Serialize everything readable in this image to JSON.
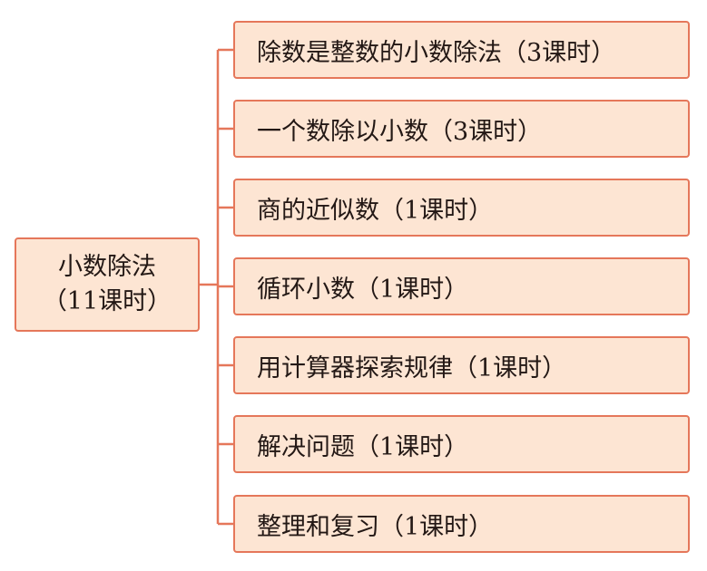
{
  "root": {
    "title": "小数除法",
    "hours": "（11课时）"
  },
  "items": [
    {
      "label": "除数是整数的小数除法（3课时）"
    },
    {
      "label": "一个数除以小数（3课时）"
    },
    {
      "label": "商的近似数（1课时）"
    },
    {
      "label": "循环小数（1课时）"
    },
    {
      "label": "用计算器探索规律（1课时）"
    },
    {
      "label": "解决问题（1课时）"
    },
    {
      "label": "整理和复习（1课时）"
    }
  ],
  "colors": {
    "box_fill": "#fde5d3",
    "box_border": "#e5775a",
    "text": "#231815"
  }
}
